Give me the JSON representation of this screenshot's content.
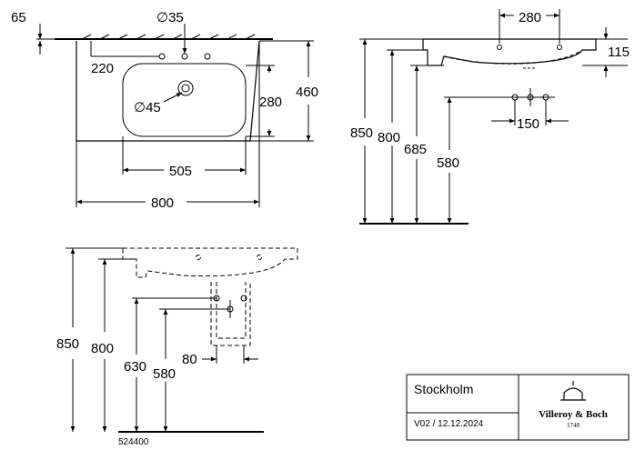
{
  "top_view": {
    "dims": {
      "thickness": "65",
      "tap_hole_diameter": "∅35",
      "tap_hole_depth": "220",
      "waste_diameter": "∅45",
      "bowl_depth": "280",
      "basin_depth": "460",
      "bowl_width": "505",
      "basin_width": "800"
    }
  },
  "side_view_right": {
    "dims": {
      "tap_hole_spacing": "280",
      "rim_height": "115",
      "rim_to_floor": "850",
      "underside_height": "800",
      "overflow_height": "685",
      "waste_height": "580",
      "fixing_spacing": "150"
    }
  },
  "side_view_pedestal": {
    "dims": {
      "rim_to_floor": "850",
      "underside_height": "800",
      "trap_height": "630",
      "waste_height": "580",
      "trap_offset": "80"
    }
  },
  "article_number": "524400",
  "title_block": {
    "product_name": "Stockholm",
    "version": "V02 / 12.12.2024",
    "brand": {
      "name": "Villeroy & Boch",
      "year": "1748"
    }
  },
  "colors": {
    "line": "#000000",
    "background": "#ffffff",
    "hidden_line": "#000000"
  }
}
